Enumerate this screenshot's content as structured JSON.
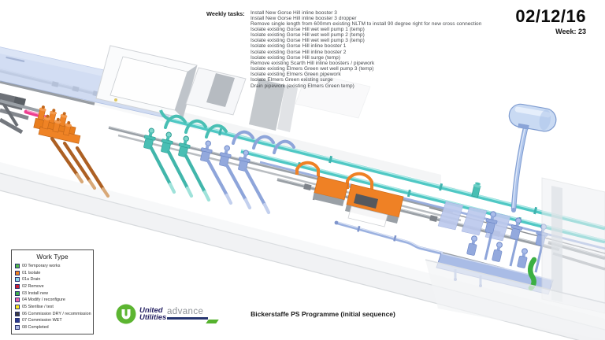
{
  "header": {
    "weekly_tasks_label": "Weekly tasks:",
    "tasks": [
      "Install New Gorse Hill inline booster 3",
      "Install New Gorse Hill inline booster 3 dropper",
      "Remove single length from 600mm existing NLTM to install 90 degree right for new cross connection",
      "Isolate existing Gorse Hill wet well pump 1 (temp)",
      "Isolate existing Gorse Hill wet well pump 2 (temp)",
      "Isolate existing Gorse Hill wet well pump 3 (temp)",
      "Isolate existing Gorse Hill inline booster 1",
      "Isolate existing Gorse Hill inline booster 2",
      "Isolate existing Gorse Hill surge (temp)",
      "Remove existing Scarth Hill inline boosters / pipework",
      "Isolate existing Elmers Green wet well pump 3 (temp)",
      "Isolate existing Elmers Green pipework",
      "Isolate Elmers Green existing surge",
      "Drain pipework (existing Elmers Green temp)"
    ],
    "date": "02/12/16",
    "week_label": "Week: 23"
  },
  "legend": {
    "title": "Work Type",
    "items": [
      {
        "label": "00 Temporary works",
        "color": "#53b848"
      },
      {
        "label": "01 Isolate",
        "color": "#f0821e"
      },
      {
        "label": "01a Drain",
        "color": "#8ed7e8"
      },
      {
        "label": "02 Remove",
        "color": "#cb2034"
      },
      {
        "label": "03 Install new",
        "color": "#3fae49"
      },
      {
        "label": "04 Modify / reconfigure",
        "color": "#ef63a8"
      },
      {
        "label": "05 Sterilise / test",
        "color": "#ffe717"
      },
      {
        "label": "06 Commission DRY / recommission",
        "color": "#3c3c3e"
      },
      {
        "label": "07 Commission WET",
        "color": "#2b3990"
      },
      {
        "label": "08 Completed",
        "color": "#aab6e2"
      }
    ]
  },
  "footer": {
    "united_utilities_line1": "United",
    "united_utilities_line2": "Utilities",
    "advance_label": "advance",
    "title": "Bickerstaffe PS Programme (initial sequence)"
  },
  "scene": {
    "colors": {
      "isolate_orange": "#ef8325",
      "drain_cyan": "#4fc8c4",
      "temp_teal": "#49bfb4",
      "completed_periwinkle": "#93a9dd",
      "install_green": "#3cb043",
      "modify_pink": "#ee3f90",
      "surge_vessel_blue": "#c9daf3",
      "pipe_gray": "#9aa0a6"
    }
  }
}
